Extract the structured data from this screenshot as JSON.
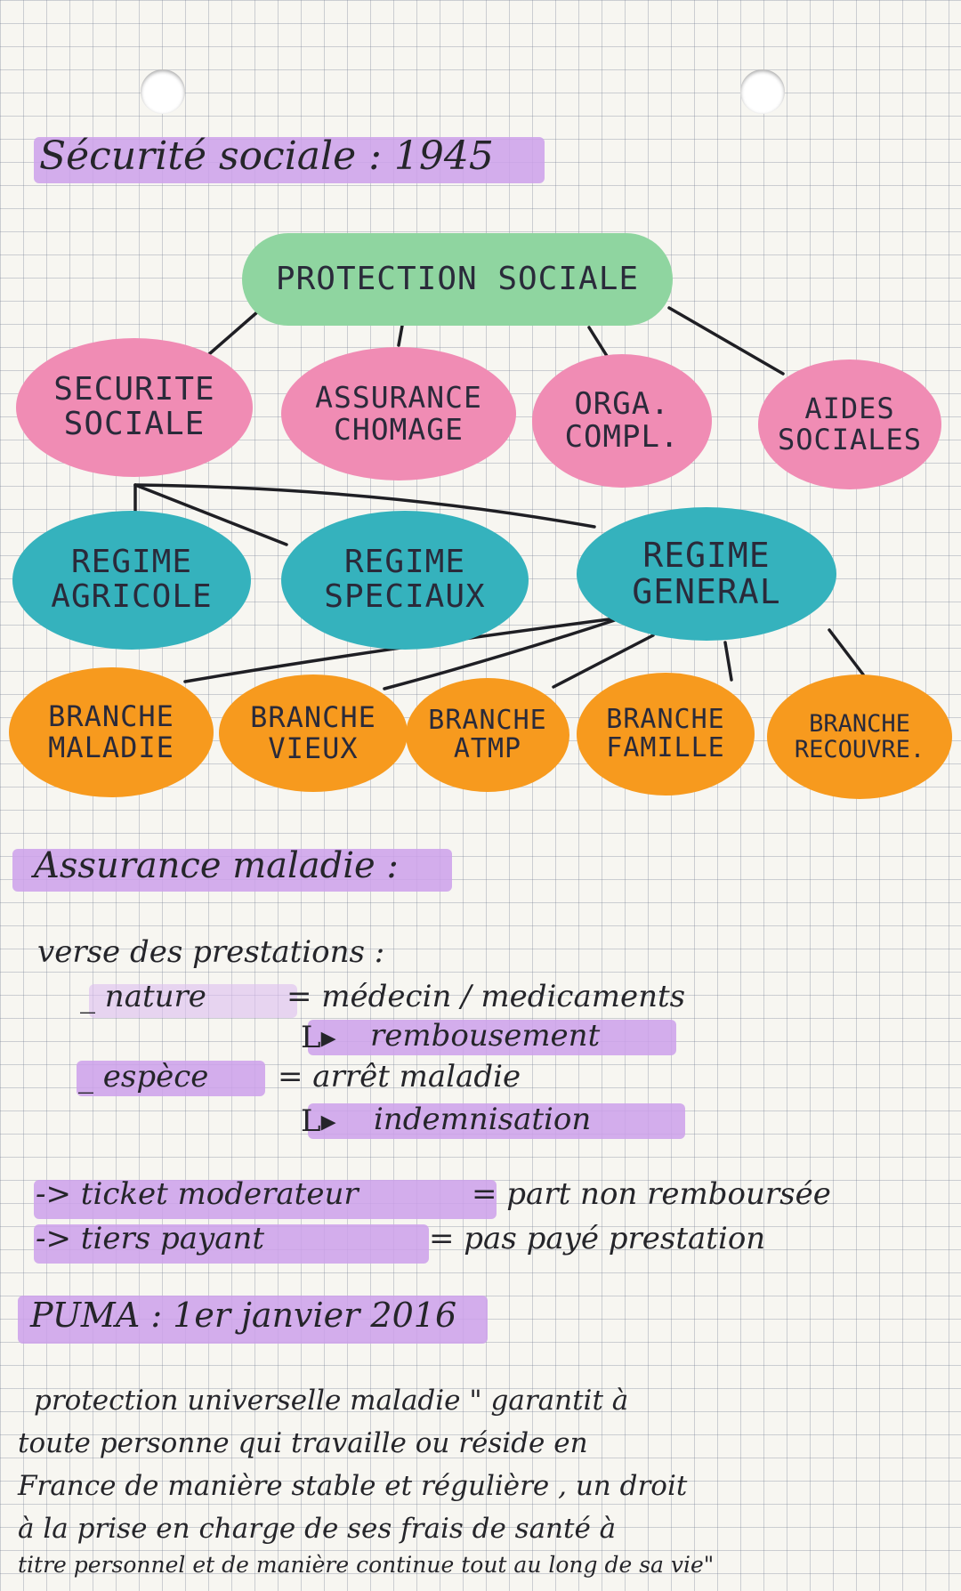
{
  "title": "Sécurité sociale : 1945",
  "diagram": {
    "root": [
      "PROTECTION SOCIALE"
    ],
    "level1": [
      [
        "SECURITE",
        "SOCIALE"
      ],
      [
        "ASSURANCE",
        "CHOMAGE"
      ],
      [
        "ORGA.",
        "COMPL."
      ],
      [
        "AIDES",
        "SOCIALES"
      ]
    ],
    "level2": [
      [
        "REGIME",
        "AGRICOLE"
      ],
      [
        "REGIME",
        "SPECIAUX"
      ],
      [
        "REGIME",
        "GENERAL"
      ]
    ],
    "level3": [
      [
        "BRANCHE",
        "MALADIE"
      ],
      [
        "BRANCHE",
        "VIEUX"
      ],
      [
        "BRANCHE",
        "ATMP"
      ],
      [
        "BRANCHE",
        "FAMILLE"
      ],
      [
        "BRANCHE",
        "RECOUVRE."
      ]
    ]
  },
  "assurance": {
    "heading": "Assurance maladie :",
    "intro": "verse des prestations :",
    "nature_label": "_ nature",
    "nature_value": "= médecin / medicaments",
    "nature_sub": "rembousement",
    "espece_label": "_ espèce",
    "espece_value": "= arrêt maladie",
    "espece_sub": "indemnisation",
    "arrow_glyph": "L▸",
    "ticket_label": "-> ticket moderateur",
    "ticket_value": "= part non remboursée",
    "tiers_label": "-> tiers payant",
    "tiers_value": "= pas payé prestation"
  },
  "puma": {
    "heading": "PUMA : 1er janvier 2016",
    "paragraph": [
      "protection universelle maladie \" garantit à",
      "toute personne qui travaille ou réside en",
      "France de manière stable et régulière , un droit",
      "à la prise en charge de ses frais de santé à",
      "titre personnel et de manière continue tout au long de sa vie\""
    ]
  }
}
